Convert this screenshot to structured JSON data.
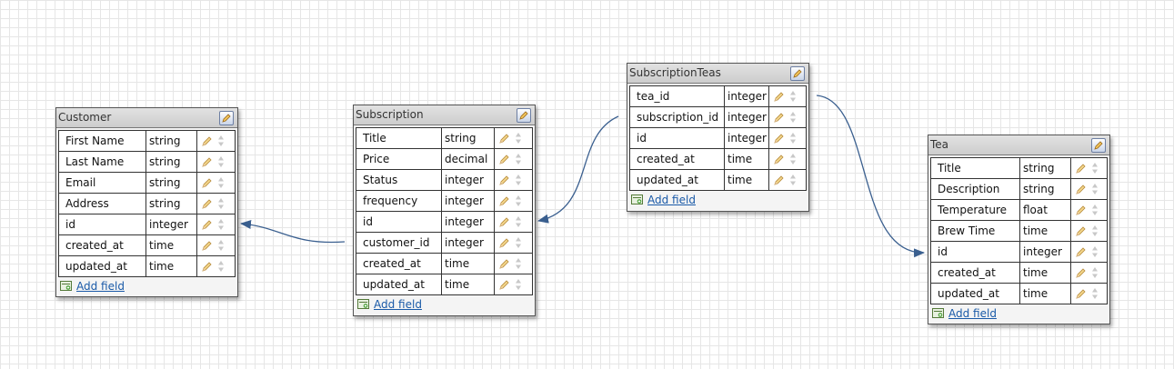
{
  "tables": {
    "customer": {
      "title": "Customer",
      "add_label": "Add field",
      "fields": [
        {
          "name": "First Name",
          "type": "string"
        },
        {
          "name": "Last Name",
          "type": "string"
        },
        {
          "name": "Email",
          "type": "string"
        },
        {
          "name": "Address",
          "type": "string"
        },
        {
          "name": "id",
          "type": "integer"
        },
        {
          "name": "created_at",
          "type": "time"
        },
        {
          "name": "updated_at",
          "type": "time"
        }
      ]
    },
    "subscription": {
      "title": "Subscription",
      "add_label": "Add field",
      "fields": [
        {
          "name": "Title",
          "type": "string"
        },
        {
          "name": "Price",
          "type": "decimal"
        },
        {
          "name": "Status",
          "type": "integer"
        },
        {
          "name": "frequency",
          "type": "integer"
        },
        {
          "name": "id",
          "type": "integer"
        },
        {
          "name": "customer_id",
          "type": "integer"
        },
        {
          "name": "created_at",
          "type": "time"
        },
        {
          "name": "updated_at",
          "type": "time"
        }
      ]
    },
    "subscription_teas": {
      "title": "SubscriptionTeas",
      "add_label": "Add field",
      "fields": [
        {
          "name": "tea_id",
          "type": "integer"
        },
        {
          "name": "subscription_id",
          "type": "integer"
        },
        {
          "name": "id",
          "type": "integer"
        },
        {
          "name": "created_at",
          "type": "time"
        },
        {
          "name": "updated_at",
          "type": "time"
        }
      ]
    },
    "tea": {
      "title": "Tea",
      "add_label": "Add field",
      "fields": [
        {
          "name": "Title",
          "type": "string"
        },
        {
          "name": "Description",
          "type": "string"
        },
        {
          "name": "Temperature",
          "type": "float"
        },
        {
          "name": "Brew Time",
          "type": "time"
        },
        {
          "name": "id",
          "type": "integer"
        },
        {
          "name": "created_at",
          "type": "time"
        },
        {
          "name": "updated_at",
          "type": "time"
        }
      ]
    }
  },
  "relations": [
    {
      "from": "subscription.customer_id",
      "to": "customer.id"
    },
    {
      "from": "subscription_teas.subscription_id",
      "to": "subscription.id"
    },
    {
      "from": "subscription_teas.tea_id",
      "to": "tea.id"
    }
  ],
  "colors": {
    "connector": "#3a5f8f",
    "link": "#1a5aa8",
    "header": "#d6d6d6"
  }
}
